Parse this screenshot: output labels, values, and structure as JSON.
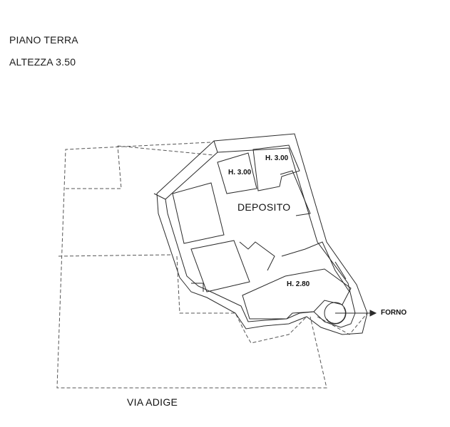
{
  "plan": {
    "floor": "PIANO TERRA",
    "height": "ALTEZZA 3.50",
    "rooms": {
      "main": "DEPOSITO",
      "height_a": "H. 3.00",
      "height_b": "H. 3.00",
      "height_c": "H. 2.80"
    },
    "oven": "FORNO",
    "street": "VIA ADIGE"
  },
  "colors": {
    "wall": "#2a2a2a",
    "boundary": "#555555"
  }
}
